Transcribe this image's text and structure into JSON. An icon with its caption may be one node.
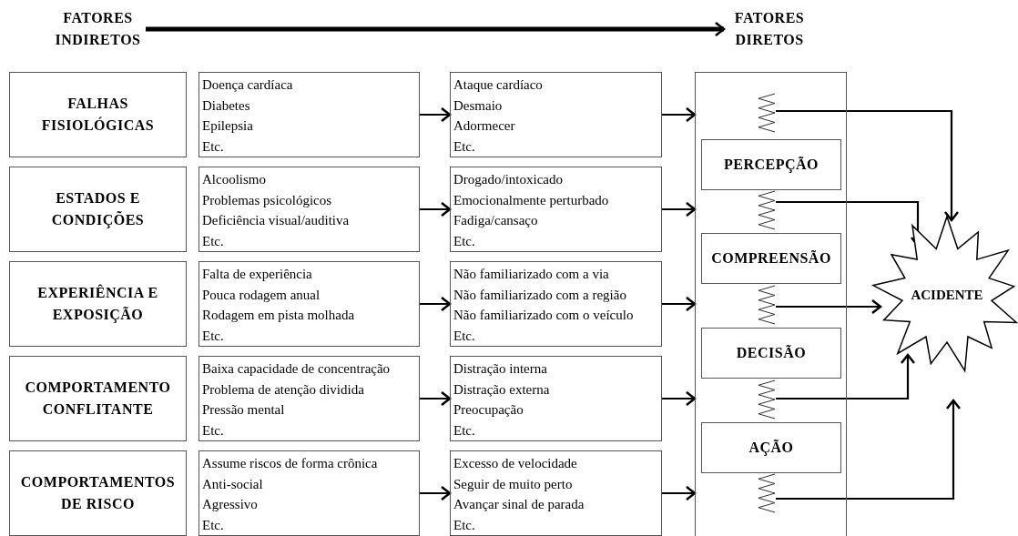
{
  "diagram": {
    "nodes": [
      {
        "text": [
          "FATORES INDIRETOS"
        ]
      },
      {
        "text": [
          "FATORES DIRETOS"
        ]
      },
      {
        "text": [
          "FALHAS FISIOLÓGICAS"
        ]
      },
      {
        "text": [
          "Doença cardíaca",
          "Diabetes",
          "Epilepsia",
          "Etc."
        ]
      },
      {
        "text": [
          "Ataque cardíaco",
          "Desmaio",
          "Adormecer",
          "Etc."
        ]
      },
      {
        "text": [
          "ESTADOS E CONDIÇÕES"
        ]
      },
      {
        "text": [
          "Alcoolismo",
          "Problemas psicológicos",
          "Deficiência visual/auditiva",
          "Etc."
        ]
      },
      {
        "text": [
          "Drogado/intoxicado",
          "Emocionalmente perturbado",
          "Fadiga/cansaço",
          "Etc."
        ]
      },
      {
        "text": [
          "EXPERIÊNCIA E EXPOSIÇÃO"
        ]
      },
      {
        "text": [
          "Falta de experiência",
          "Pouca rodagem anual",
          "Rodagem em pista molhada",
          "Etc."
        ]
      },
      {
        "text": [
          "Não familiarizado com a via",
          "Não familiarizado com a região",
          "Não familiarizado com o veículo",
          "Etc."
        ]
      },
      {
        "text": [
          "COMPORTAMENTO CONFLITANTE"
        ]
      },
      {
        "text": [
          "Baixa capacidade de concentração",
          "Problema de atenção dividida",
          "Pressão mental",
          "Etc."
        ]
      },
      {
        "text": [
          "Distração interna",
          "Distração externa",
          "Preocupação",
          "Etc."
        ]
      },
      {
        "text": [
          "COMPORTAMENTOS DE RISCO"
        ]
      },
      {
        "text": [
          "Assume riscos de forma crônica",
          "Anti-social",
          "Agressivo",
          "Etc."
        ]
      },
      {
        "text": [
          "Excesso de velocidade",
          "Seguir de muito perto",
          "Avançar sinal de parada",
          "Etc."
        ]
      },
      {
        "text": [],
        "shape": "box"
      },
      {
        "text": [],
        "shape": "spring",
        "in": 17
      },
      {
        "text": [
          "PERCEPÇÃO"
        ],
        "in": 17
      },
      {
        "text": [],
        "shape": "spring",
        "in": 17
      },
      {
        "text": [
          "COMPREENSÃO"
        ],
        "in": 17
      },
      {
        "text": [],
        "shape": "spring",
        "in": 17
      },
      {
        "text": [
          "DECISÃO"
        ],
        "in": 17
      },
      {
        "text": [],
        "shape": "spring",
        "in": 17
      },
      {
        "text": [
          "AÇÃO"
        ],
        "in": 17
      },
      {
        "text": [],
        "shape": "spring",
        "in": 17
      },
      {
        "text": [
          "ACIDENTE"
        ]
      }
    ],
    "edges": [
      {
        "from": 0,
        "to": 1,
        "arrow": "to",
        "style": "thick"
      },
      {
        "from": 3,
        "to": 4,
        "arrow": "to"
      },
      {
        "from": 6,
        "to": 7,
        "arrow": "to"
      },
      {
        "from": 9,
        "to": 10,
        "arrow": "to"
      },
      {
        "from": 12,
        "to": 13,
        "arrow": "to"
      },
      {
        "from": 15,
        "to": 16,
        "arrow": "to"
      },
      {
        "from": 4,
        "to": 17,
        "arrow": "to"
      },
      {
        "from": 7,
        "to": 17,
        "arrow": "to"
      },
      {
        "from": 10,
        "to": 17,
        "arrow": "to"
      },
      {
        "from": 13,
        "to": 17,
        "arrow": "to"
      },
      {
        "from": 16,
        "to": 17,
        "arrow": "to"
      },
      {
        "from": 18,
        "to": 27,
        "arrow": "to"
      },
      {
        "from": 20,
        "to": 27,
        "arrow": "to"
      },
      {
        "from": 22,
        "to": 27,
        "arrow": "to"
      },
      {
        "from": 24,
        "to": 27,
        "arrow": "to"
      },
      {
        "from": 26,
        "to": 27,
        "arrow": "to"
      }
    ]
  }
}
